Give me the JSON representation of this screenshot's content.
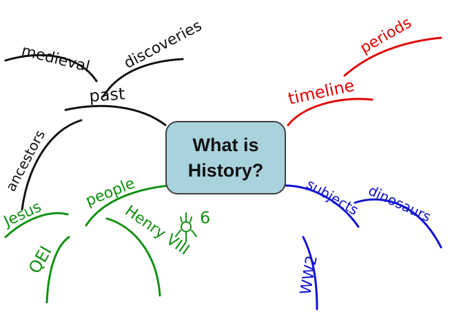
{
  "central_topic": "What is\nHistory?",
  "colors": {
    "black": "#111111",
    "red": "#e00000",
    "green": "#109010",
    "blue": "#1010d0",
    "box_fill": "#a9d3dc",
    "box_border": "#3e3e3e"
  },
  "branches": {
    "past": "past",
    "medieval": "medieval",
    "discoveries": "discoveries",
    "ancestors": "ancestors",
    "timeline": "timeline",
    "periods": "periods",
    "people": "people",
    "jesus": "Jesus",
    "qe1": "QEI",
    "henry": "Henry VIII",
    "henry_wives": "6",
    "subjects": "subjects",
    "dinosaurs": "dinosaurs",
    "ww2": "WW2"
  }
}
